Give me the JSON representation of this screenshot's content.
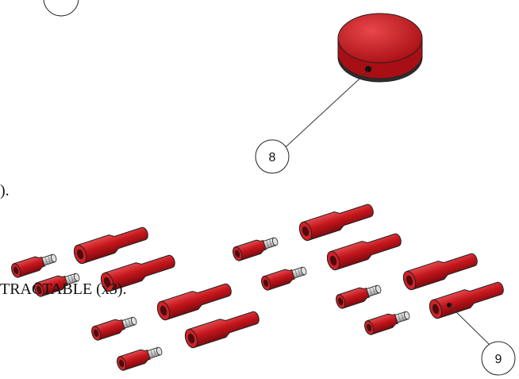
{
  "callouts": {
    "c8": "8",
    "c9": "9"
  },
  "text_fragments": {
    "upper": ").",
    "lower": "TRACTABLE   (x3)."
  },
  "colors": {
    "part_red": "#c4161c",
    "part_dark": "#7d0a0e",
    "part_light": "#e8474b",
    "metal": "#c9c9c9",
    "outline": "#222222",
    "knob_base": "#3a3a3a"
  }
}
